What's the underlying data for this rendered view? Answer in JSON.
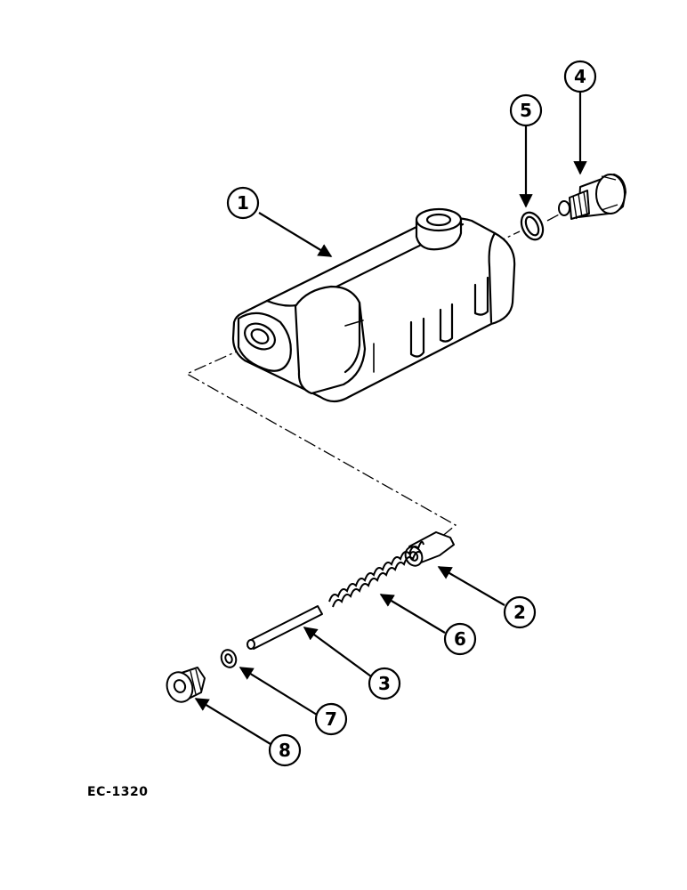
{
  "diagram": {
    "reference_code": "EC-1320",
    "callouts": [
      {
        "id": "1",
        "label": "1"
      },
      {
        "id": "2",
        "label": "2"
      },
      {
        "id": "3",
        "label": "3"
      },
      {
        "id": "4",
        "label": "4"
      },
      {
        "id": "5",
        "label": "5"
      },
      {
        "id": "6",
        "label": "6"
      },
      {
        "id": "7",
        "label": "7"
      },
      {
        "id": "8",
        "label": "8"
      }
    ]
  }
}
